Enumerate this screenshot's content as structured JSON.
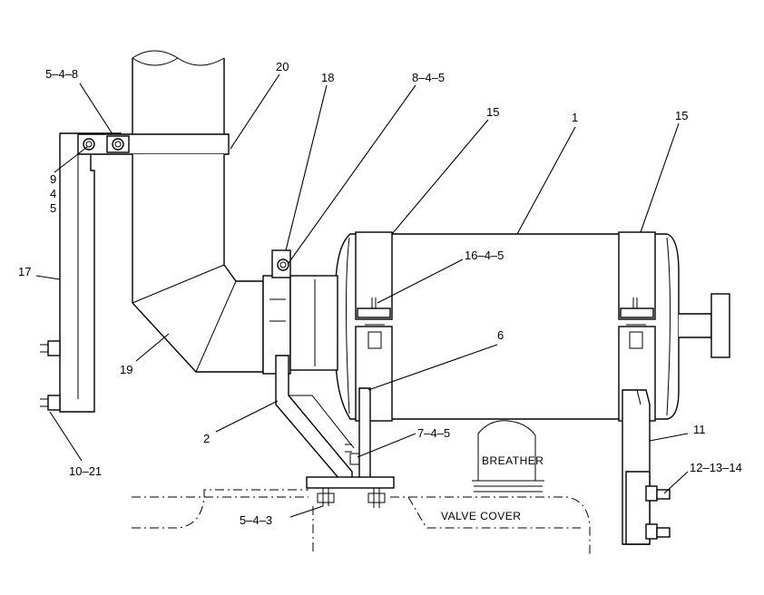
{
  "labels": {
    "l_5_4_8": "5–4–8",
    "l_20": "20",
    "l_18": "18",
    "l_8_4_5": "8–4–5",
    "l_15_left": "15",
    "l_1": "1",
    "l_15_right": "15",
    "l_9": "9",
    "l_4": "4",
    "l_5": "5",
    "l_16_4_5": "16–4–5",
    "l_17": "17",
    "l_6": "6",
    "l_19": "19",
    "l_2": "2",
    "l_7_4_5": "7–4–5",
    "l_11": "11",
    "l_12_13_14": "12–13–14",
    "l_10_21": "10–21",
    "l_5_4_3": "5–4–3"
  },
  "engine_text": {
    "breather": "BREATHER",
    "valve_cover": "VALVE COVER"
  }
}
